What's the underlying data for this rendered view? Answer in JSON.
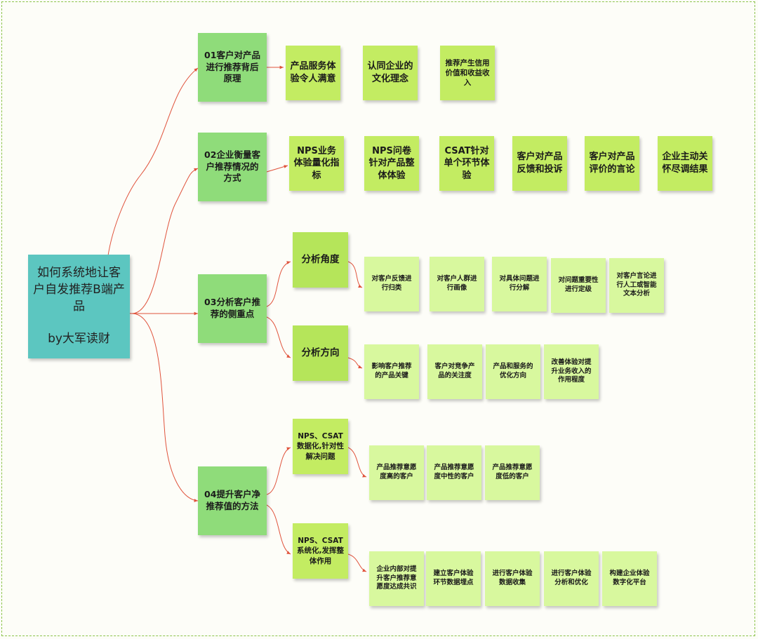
{
  "root": {
    "title": "如何系统地让客户自发推荐B端产品",
    "author": "by大军读财"
  },
  "branches": [
    {
      "label": "01客户对产品进行推荐背后原理",
      "items": [
        "产品服务体验令人满意",
        "认同企业的文化理念",
        "推荐产生信用价值和收益收入"
      ]
    },
    {
      "label": "02企业衡量客户推荐情况的方式",
      "items": [
        "NPS业务体验量化指标",
        "NPS问卷针对产品整体体验",
        "CSAT针对单个环节体验",
        "客户对产品反馈和投诉",
        "客户对产品评价的言论",
        "企业主动关怀尽调结果"
      ]
    },
    {
      "label": "03分析客户推荐的侧重点",
      "groups": [
        {
          "label": "分析角度",
          "items": [
            "对客户反馈进行归类",
            "对客户人群进行画像",
            "对具体问题进行分解",
            "对问题重要性进行定级",
            "对客户言论进行人工或智能文本分析"
          ]
        },
        {
          "label": "分析方向",
          "items": [
            "影响客户推荐的产品关键",
            "客户对竞争产品的关注度",
            "产品和服务的优化方向",
            "改善体验对提升业务收入的作用程度"
          ]
        }
      ]
    },
    {
      "label": "04提升客户净推荐值的方法",
      "groups": [
        {
          "label": "NPS、CSAT数据化,针对性解决问题",
          "items": [
            "产品推荐意愿度高的客户",
            "产品推荐意愿度中性的客户",
            "产品推荐意愿度低的客户"
          ]
        },
        {
          "label": "NPS、CSAT系统化,发挥整体作用",
          "items": [
            "企业内部对提升客户推荐意愿度达成共识",
            "建立客户体验环节数据埋点",
            "进行客户体验数据收集",
            "进行客户体验分析和优化",
            "构建企业体验数字化平台"
          ]
        }
      ]
    }
  ],
  "colors": {
    "root": "#5cc6c0",
    "level1": "#8fdc7a",
    "level2": "#c3ec62",
    "leaf": "#d8f89e",
    "connector": "#e0533c",
    "frame": "#8bc34a"
  }
}
